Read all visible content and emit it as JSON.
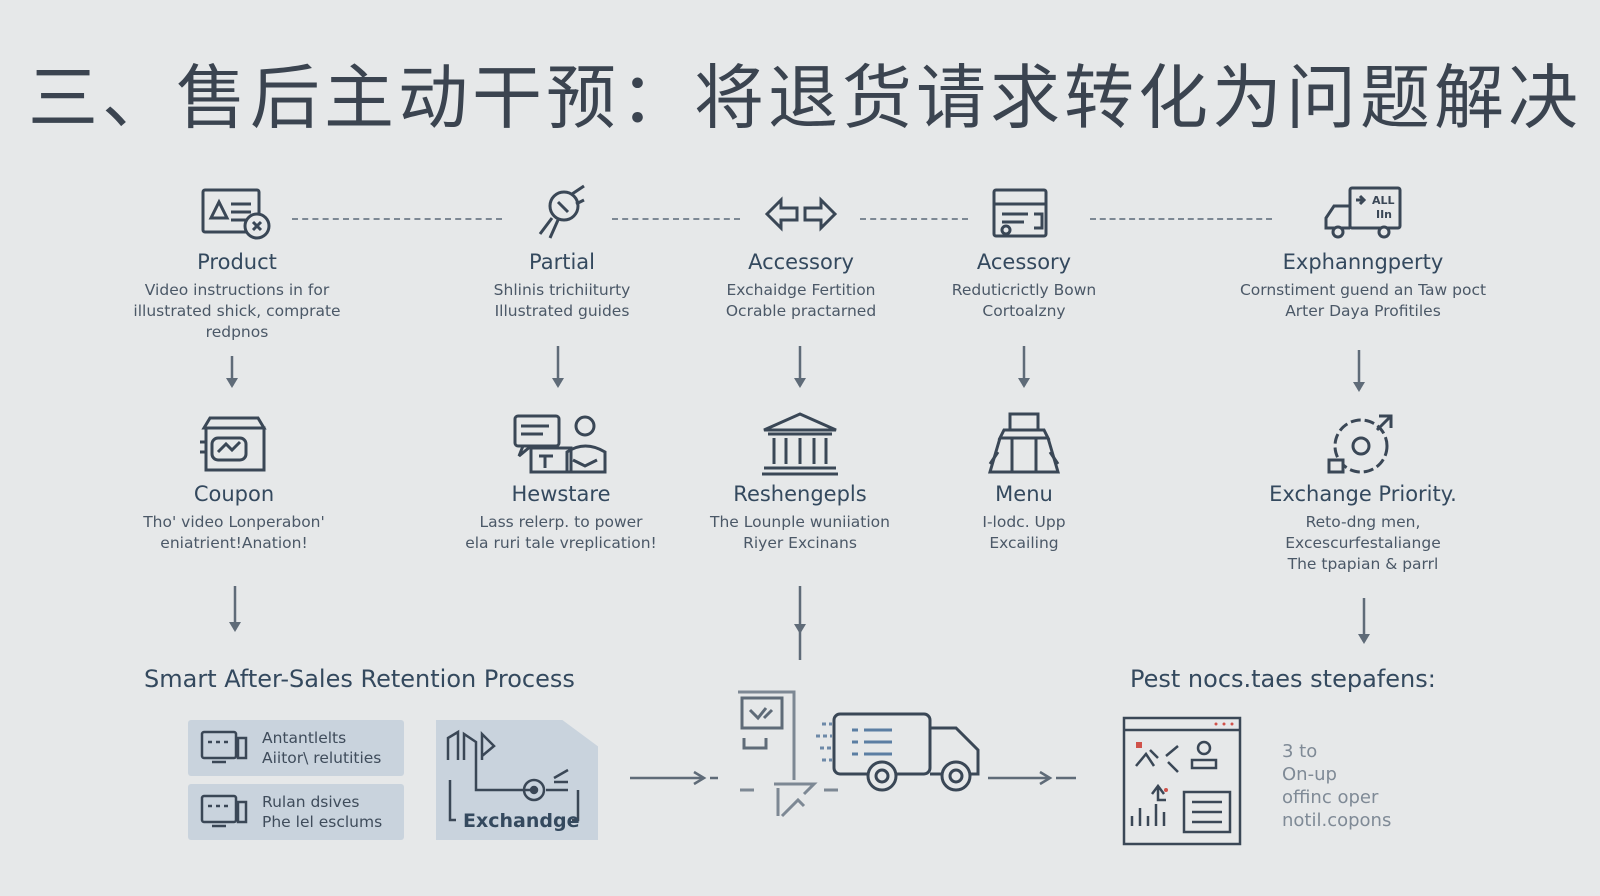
{
  "title": "三、售后主动干预：将退货请求转化为问题解决",
  "row1": [
    {
      "icon": "product-card-icon",
      "label": "Product",
      "desc": [
        "Video instructions in for",
        "illustrated shick, comprate",
        "redpnos"
      ]
    },
    {
      "icon": "partial-tool-icon",
      "label": "Partial",
      "desc": [
        "Shlinis trichiiturty",
        "Illustrated guides"
      ]
    },
    {
      "icon": "exchange-arrows-icon",
      "label": "Accessory",
      "desc": [
        "Exchaidge Fertition",
        "Ocrable practarned"
      ]
    },
    {
      "icon": "package-icon",
      "label": "Acessory",
      "desc": [
        "Reduticrictly Bown",
        "Cortoalzny"
      ]
    },
    {
      "icon": "delivery-truck-icon",
      "label": "Exphanngperty",
      "desc": [
        "Cornstiment guend an Taw poct",
        "Arter Daya Profitiles"
      ]
    }
  ],
  "truck_badge": "ALL",
  "truck_badge2": "IIn",
  "row2": [
    {
      "icon": "coupon-box-icon",
      "label": "Coupon",
      "desc": [
        "Tho' video Lonperabon'",
        "eniatrient!Anation!"
      ]
    },
    {
      "icon": "chat-support-icon",
      "label": "Hewstare",
      "desc": [
        "Lass relerp. to power",
        "ela ruri tale vreplication!"
      ]
    },
    {
      "icon": "bank-building-icon",
      "label": "Reshengepls",
      "desc": [
        "The Lounple wuniiation",
        "Riyer Excinans"
      ]
    },
    {
      "icon": "person-icon",
      "label": "Menu",
      "desc": [
        "I-lodc. Upp",
        "Excailing"
      ]
    },
    {
      "icon": "gear-disc-icon",
      "label": "Exchange Priority.",
      "desc": [
        "Reto-dng men,",
        "Excescurfestaliange",
        "The tpapian & parrl"
      ]
    }
  ],
  "section_left_title": "Smart After-Sales Retention Process",
  "section_right_title": "Pest nocs.taes stepafens:",
  "cards": [
    {
      "icon": "monitor-icon",
      "lines": [
        "Antantlelts",
        "Aiitor\\ relutities"
      ]
    },
    {
      "icon": "monitor-icon",
      "lines": [
        "Rulan dsives",
        "Phe lel esclums"
      ]
    }
  ],
  "exchange_label": "Exchandge",
  "side_text": [
    "3 to",
    "On-up",
    "offinc oper",
    "notil.copons"
  ]
}
